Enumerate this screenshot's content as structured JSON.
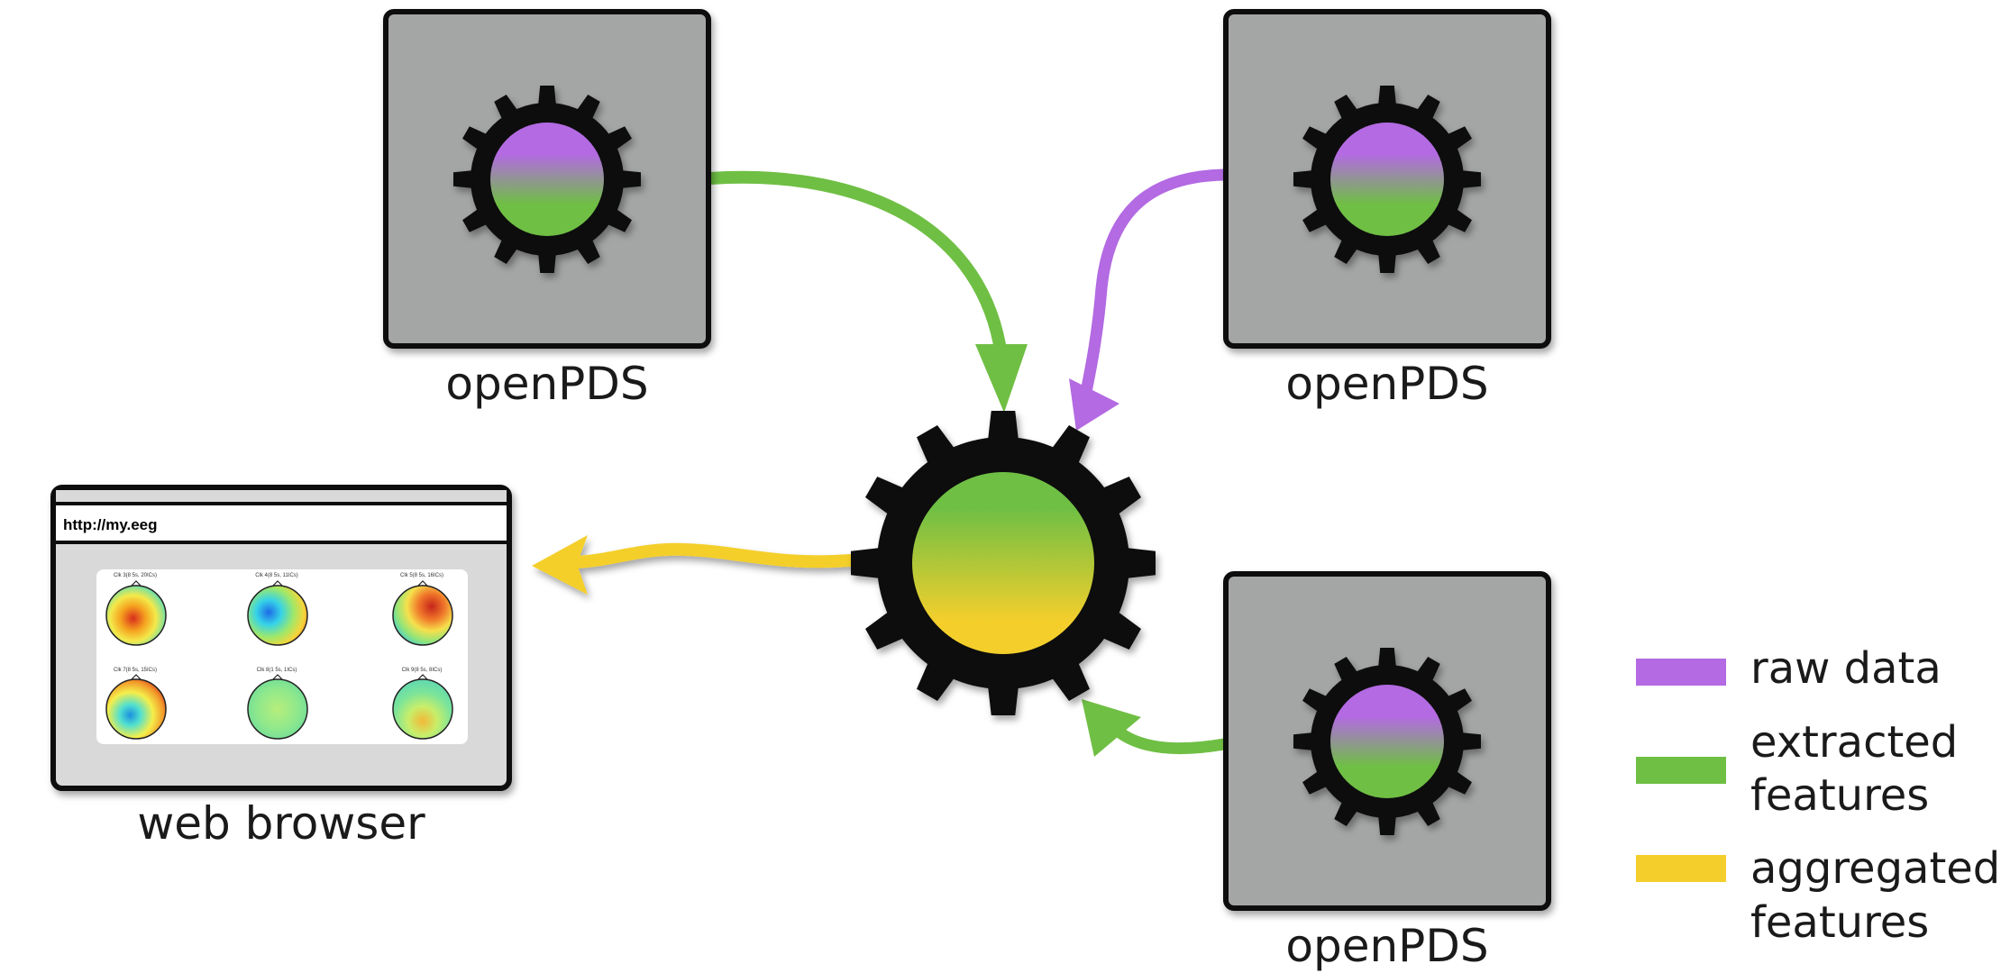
{
  "nodes": {
    "pds_top_left": {
      "label": "openPDS"
    },
    "pds_top_right": {
      "label": "openPDS"
    },
    "pds_bottom_right": {
      "label": "openPDS"
    },
    "browser": {
      "label": "web browser",
      "url": "http://my.eeg"
    }
  },
  "maps": [
    {
      "title": "Clk 3(8 5s, 20ICs)"
    },
    {
      "title": "Clk 4(8 5s, 11ICs)"
    },
    {
      "title": "Clk 5(8 5s, 16ICs)"
    },
    {
      "title": "Clk 7(8 5s, 15ICs)"
    },
    {
      "title": "Clk 8(1 5s, 1ICs)"
    },
    {
      "title": "Clk 9(8 5s, 8ICs)"
    }
  ],
  "legend": {
    "raw": {
      "line1": "raw data",
      "line2": ""
    },
    "extracted": {
      "line1": "extracted",
      "line2": "features"
    },
    "aggregated": {
      "line1": "aggregated",
      "line2": "features"
    }
  },
  "colors": {
    "raw": "#b36ae2",
    "extracted": "#6fbf44",
    "aggregated": "#f4cf2c",
    "panel": "#a4a6a5",
    "gear": "#0d0d0d"
  }
}
